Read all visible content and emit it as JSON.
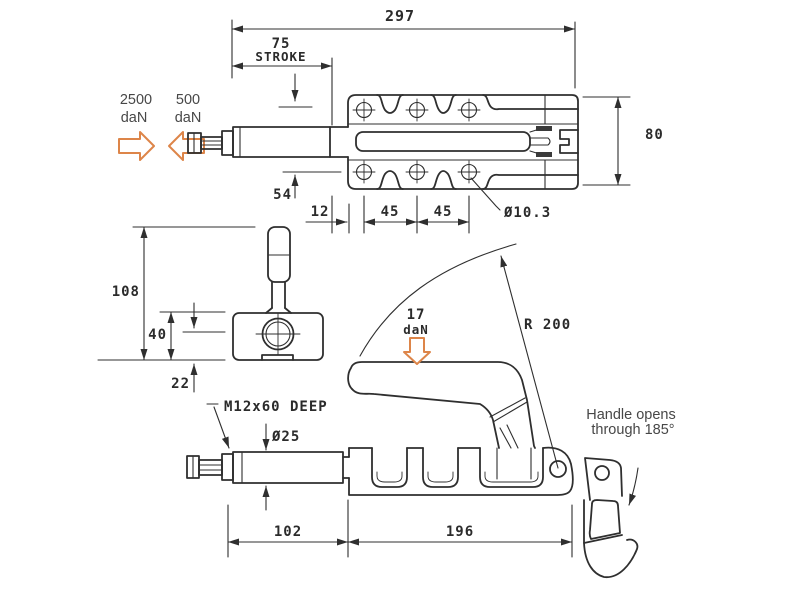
{
  "figure": {
    "kind": "toggle-clamp-engineering-drawing",
    "colors": {
      "line": "#2f2f2f",
      "accent_arrow": "#dd8549",
      "background": "#ffffff"
    },
    "top_view": {
      "overall_length": "297",
      "stroke_value": "75",
      "stroke_label": "STROKE",
      "body_width": "80",
      "rod_centre_height": "54",
      "hole_edge_offset": "12",
      "hole_spacing": [
        "45",
        "45"
      ],
      "hole_diameter": "Ø10.3",
      "forces": [
        {
          "value": "2500",
          "unit": "daN"
        },
        {
          "value": "500",
          "unit": "daN"
        }
      ]
    },
    "end_view": {
      "overall_height": "108",
      "body_height": "40",
      "base_to_centre": "22"
    },
    "side_view": {
      "thread_spec": "M12x60 DEEP",
      "rod_diameter": "Ø25",
      "rod_length": "102",
      "body_length": "196",
      "handle_force": {
        "value": "17",
        "unit": "daN"
      },
      "handle_radius": "R 200",
      "note_line1": "Handle opens",
      "note_line2": "through 185°"
    }
  }
}
